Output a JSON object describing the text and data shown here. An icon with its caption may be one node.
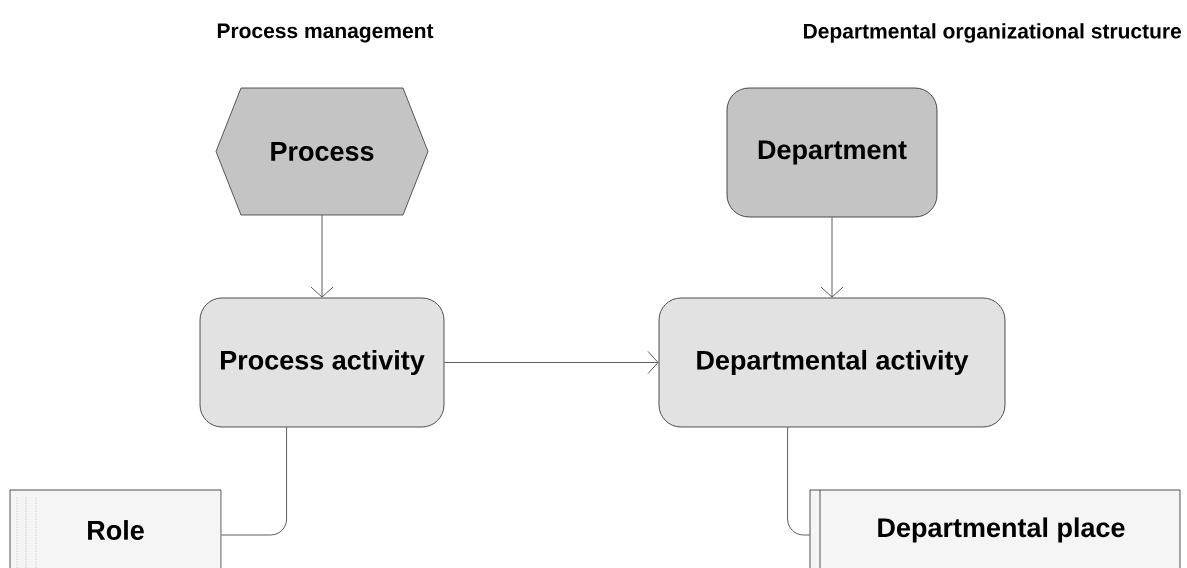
{
  "diagram": {
    "nodes": [
      {
        "text": [
          "Process"
        ]
      },
      {
        "text": [
          "Department"
        ]
      },
      {
        "text": [
          "Process activity"
        ]
      },
      {
        "text": [
          "Departmental activity"
        ]
      },
      {
        "text": [
          "Role"
        ]
      },
      {
        "text": [
          "Departmental place"
        ]
      }
    ],
    "edges": [
      {
        "from": 0,
        "to": 2,
        "arrow": "to"
      },
      {
        "from": 1,
        "to": 3,
        "arrow": "to"
      },
      {
        "from": 2,
        "to": 3,
        "arrow": "to"
      },
      {
        "from": 2,
        "to": 4,
        "arrow": "none"
      },
      {
        "from": 3,
        "to": 5,
        "arrow": "none"
      }
    ],
    "labels": [
      "Process management",
      "Departmental organizational structure"
    ]
  }
}
